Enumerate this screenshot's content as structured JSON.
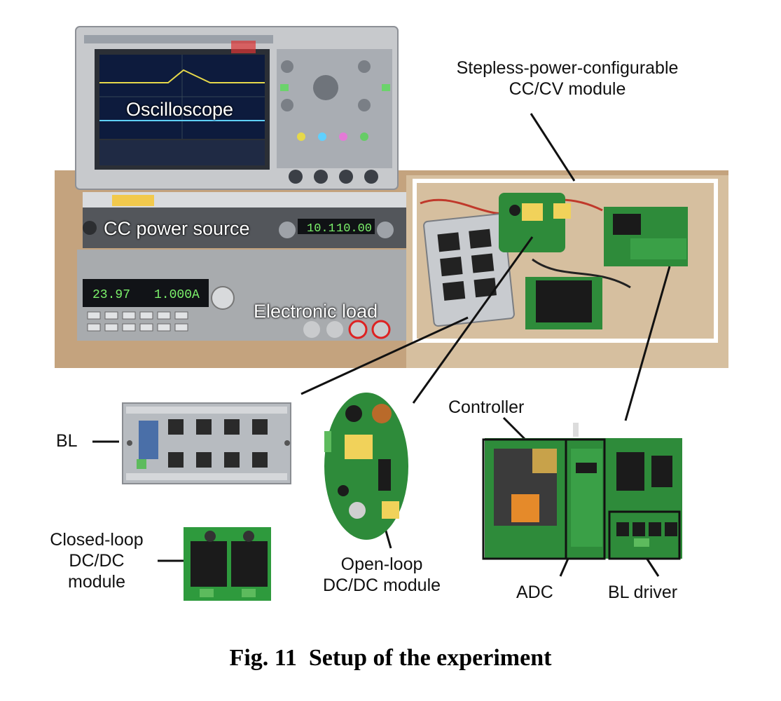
{
  "figure": {
    "labels": {
      "oscilloscope": "Oscilloscope",
      "cc_power_source": "CC power source",
      "electronic_load": "Electronic load",
      "stepless_module_line1": "Stepless-power-configurable",
      "stepless_module_line2": "CC/CV module",
      "bl": "BL",
      "closed_loop_line1": "Closed-loop",
      "closed_loop_line2": "DC/DC",
      "closed_loop_line3": "module",
      "open_loop_line1": "Open-loop",
      "open_loop_line2": "DC/DC module",
      "controller": "Controller",
      "adc": "ADC",
      "bl_driver": "BL driver"
    },
    "display_readouts": {
      "source_left": "10.1",
      "source_right": "10.00",
      "load_left": "23.97",
      "load_right": "1.000A"
    },
    "caption": {
      "number": "Fig. 11",
      "text": "Setup of the experiment"
    }
  }
}
